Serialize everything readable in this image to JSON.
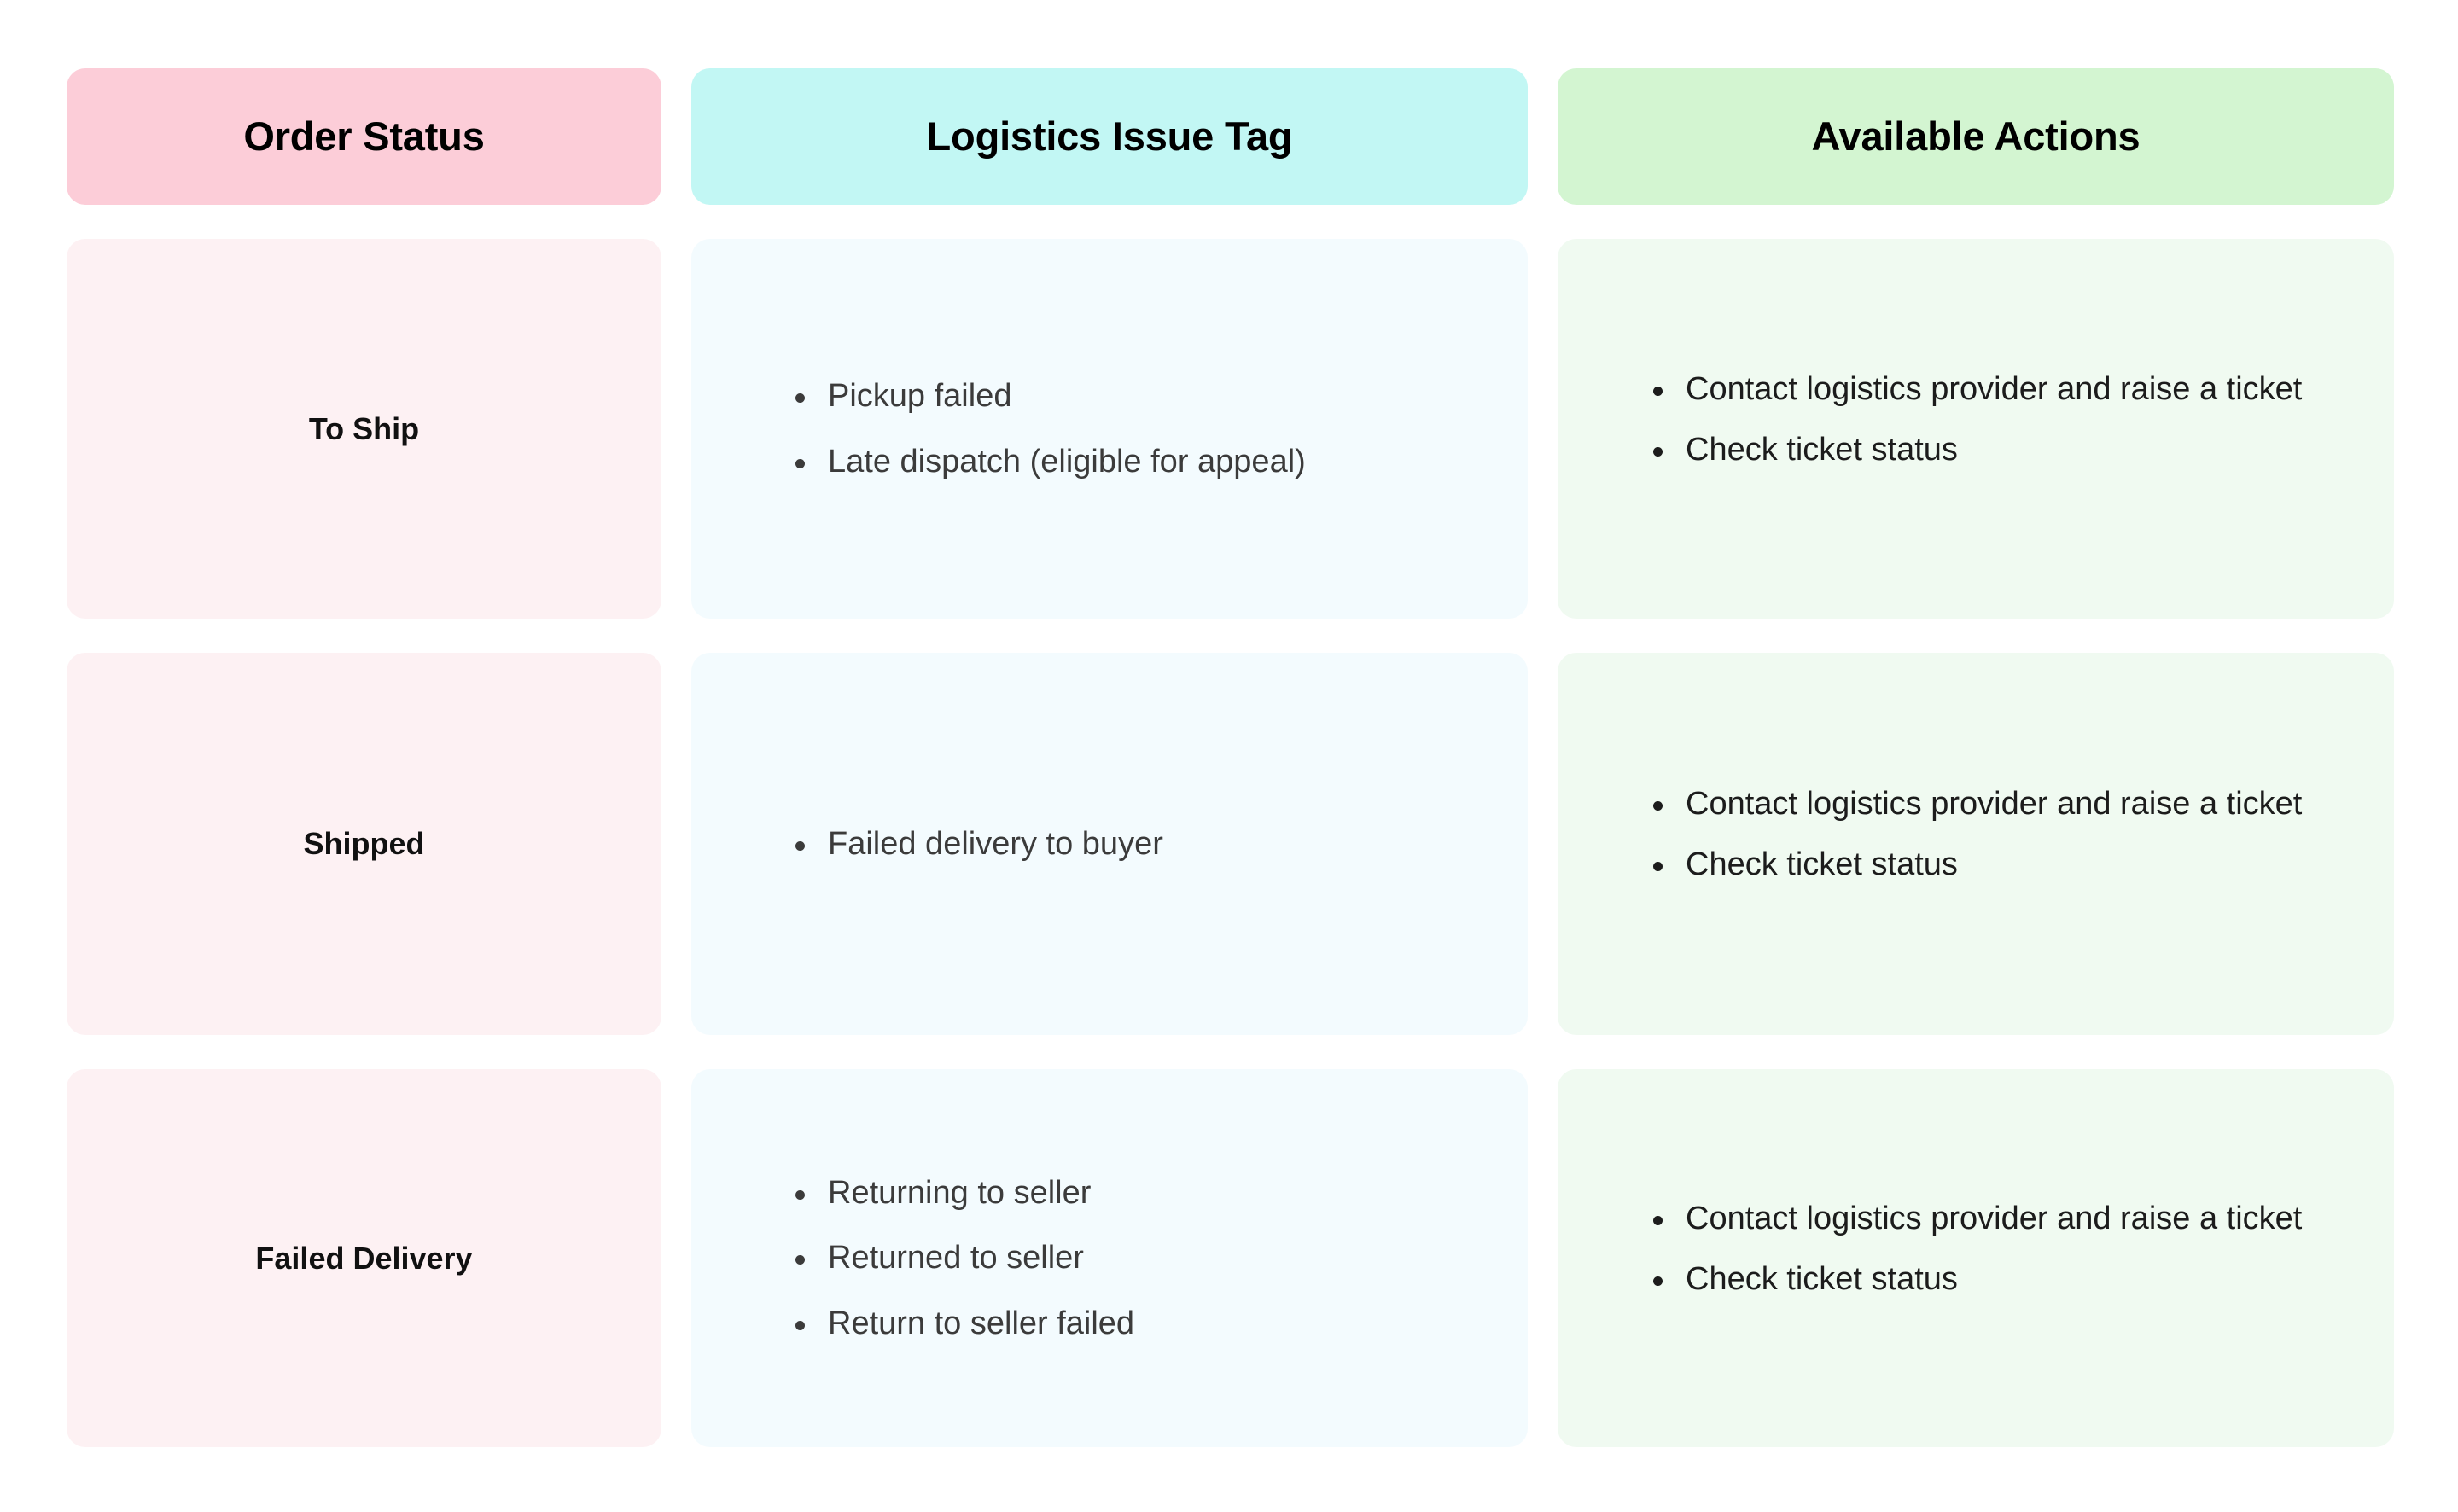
{
  "table": {
    "headers": [
      {
        "label": "Order Status",
        "color": "#fccdd8"
      },
      {
        "label": "Logistics Issue Tag",
        "color": "#c2f7f4"
      },
      {
        "label": "Available Actions",
        "color": "#d3f5d1"
      }
    ],
    "body_colors": {
      "status": "#fdf1f3",
      "tag": "#f3fbfe",
      "actions": "#f0faf1"
    },
    "rows": [
      {
        "status": "To Ship",
        "tags": [
          "Pickup failed",
          "Late dispatch (eligible for appeal)"
        ],
        "actions": [
          "Contact logistics provider and raise a ticket",
          "Check ticket status"
        ]
      },
      {
        "status": "Shipped",
        "tags": [
          "Failed delivery to buyer"
        ],
        "actions": [
          "Contact logistics provider and raise a ticket",
          "Check ticket status"
        ]
      },
      {
        "status": "Failed Delivery",
        "tags": [
          "Returning to seller",
          "Returned to seller",
          "Return to seller failed"
        ],
        "actions": [
          "Contact logistics provider and raise a ticket",
          "Check ticket status"
        ]
      }
    ]
  }
}
